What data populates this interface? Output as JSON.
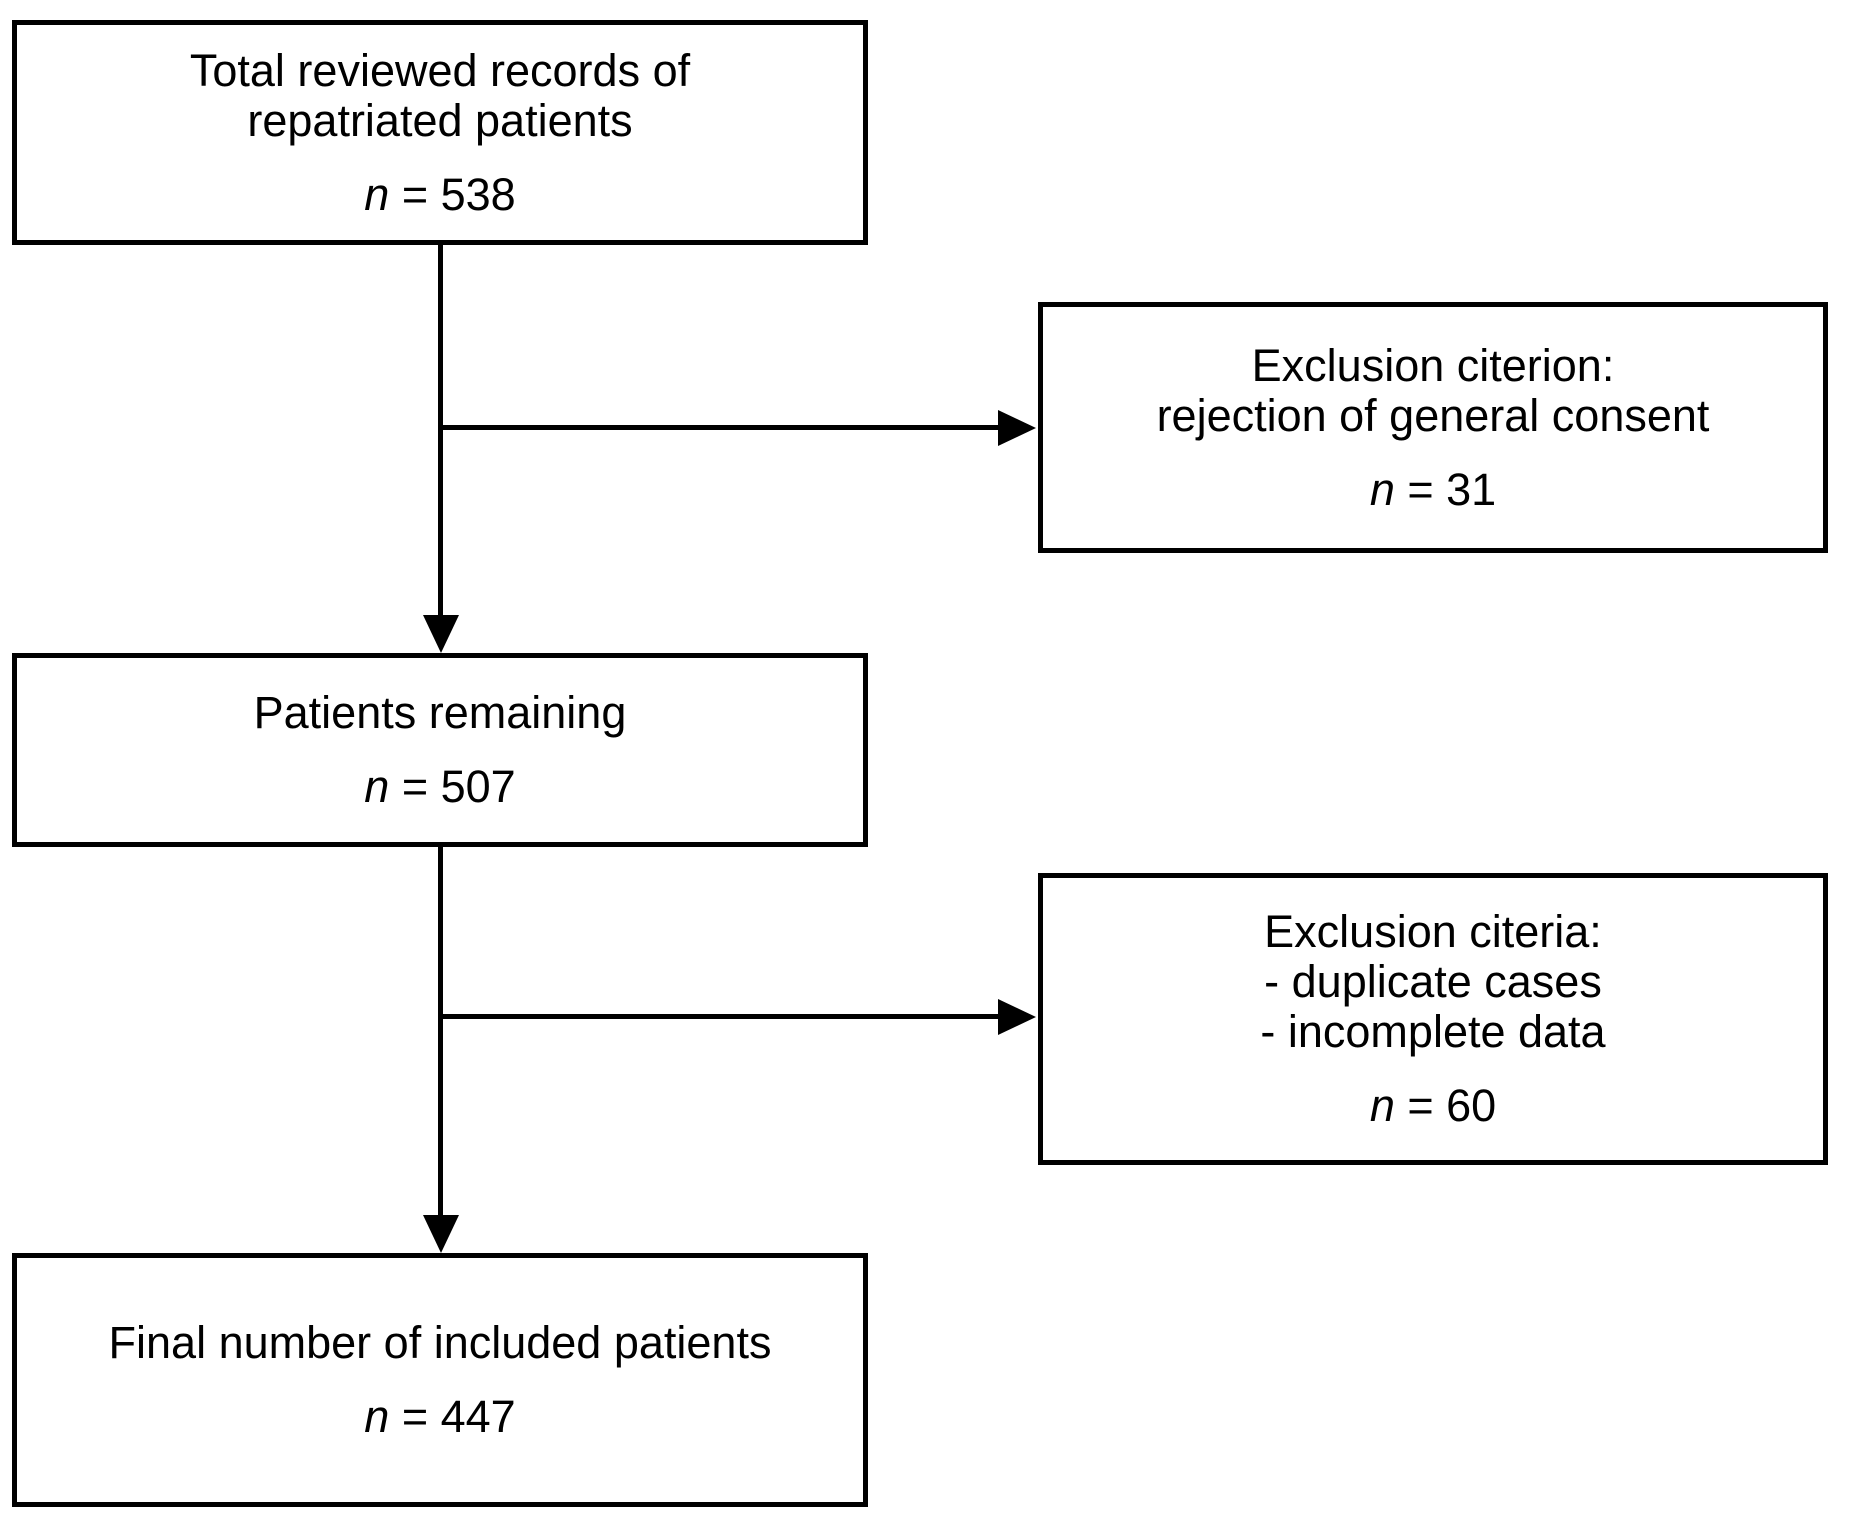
{
  "diagram": {
    "type": "patient-flow-chart",
    "colors": {
      "line": "#000000",
      "background": "#ffffff",
      "text": "#000000"
    },
    "boxes": {
      "box_total": {
        "line1": "Total reviewed records of",
        "line2": "repatriated patients",
        "n_italic": "n",
        "n_rest": " = 538"
      },
      "box_exclusion1": {
        "line1": "Exclusion citerion:",
        "line2": "rejection of general consent",
        "n_italic": "n",
        "n_rest": " = 31"
      },
      "box_remaining": {
        "line1": "Patients remaining",
        "n_italic": "n",
        "n_rest": " = 507"
      },
      "box_exclusion2": {
        "line1": "Exclusion citeria:",
        "line2": "- duplicate cases",
        "line3": "- incomplete data",
        "n_italic": "n",
        "n_rest": " = 60"
      },
      "box_final": {
        "line1": "Final number of included patients",
        "n_italic": "n",
        "n_rest": " = 447"
      }
    }
  }
}
